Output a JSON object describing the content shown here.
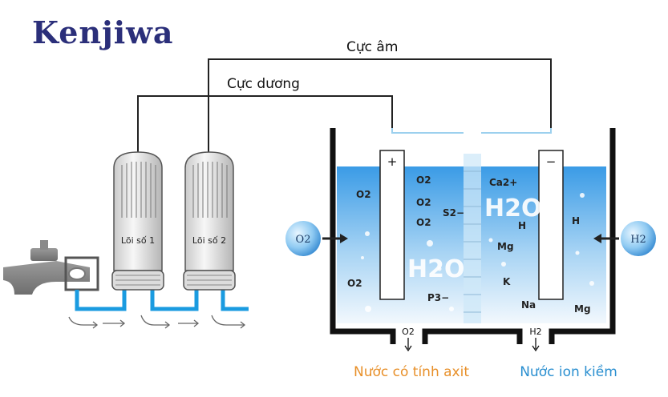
{
  "brand": {
    "logo_text": "Kenjiwa",
    "color": "#2b2f7a"
  },
  "wires": {
    "negative_label": "Cực âm",
    "positive_label": "Cực dương"
  },
  "filters": [
    {
      "label": "Lõi số 1"
    },
    {
      "label": "Lõi số 2"
    }
  ],
  "electrodes": {
    "positive_sign": "+",
    "negative_sign": "−"
  },
  "gases": {
    "left": "O2",
    "right": "H2"
  },
  "left_chamber": {
    "ions": [
      "O2",
      "O2",
      "O2",
      "O2",
      "O2",
      "S2−",
      "P3−"
    ],
    "water": "H2O"
  },
  "right_chamber": {
    "ions": [
      "Ca2+",
      "H",
      "H",
      "Mg",
      "K",
      "Na",
      "Mg"
    ],
    "water": "H2O"
  },
  "outlets": {
    "left_gas": "O2",
    "right_gas": "H2",
    "acid_label": "Nước có tính axit",
    "alkaline_label": "Nước ion kiềm",
    "acid_color": "#e8902a",
    "alkaline_color": "#2a8fd0"
  },
  "colors": {
    "water_top": "#4aa8e8",
    "water_bottom": "#eaf4fc",
    "pipe": "#1a9be0"
  }
}
